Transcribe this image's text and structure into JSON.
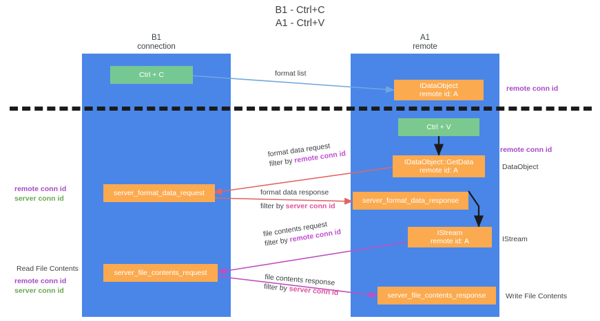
{
  "title": {
    "line1": "B1 - Ctrl+C",
    "line2": "A1 - Ctrl+V"
  },
  "columns": [
    {
      "name": "B1",
      "subtitle": "connection"
    },
    {
      "name": "A1",
      "subtitle": "remote"
    }
  ],
  "nodes": {
    "ctrl_c": {
      "line1": "Ctrl + C"
    },
    "idataobject": {
      "line1": "IDataObject",
      "line2": "remote id: A"
    },
    "ctrl_v": {
      "line1": "Ctrl + V"
    },
    "getdata": {
      "line1": "IDataObject::GetData",
      "line2": "remote id: A"
    },
    "server_format_data_request": {
      "line1": "server_format_data_request"
    },
    "server_format_data_response": {
      "line1": "server_format_data_response"
    },
    "istream": {
      "line1": "IStream",
      "line2": "remote id: A"
    },
    "server_file_contents_request": {
      "line1": "server_file_contents_request"
    },
    "server_file_contents_response": {
      "line1": "server_file_contents_response"
    }
  },
  "edges": {
    "format_list": {
      "label": "format list"
    },
    "format_data_request": {
      "label": "format data request",
      "filter_prefix": "filter by ",
      "filter_value": "remote conn id"
    },
    "format_data_response": {
      "label": "format data response",
      "filter_prefix": "filter by ",
      "filter_value": "server conn id"
    },
    "file_contents_request": {
      "label": "file contents request",
      "filter_prefix": "filter by ",
      "filter_value": "remote conn id"
    },
    "file_contents_response": {
      "label": "file contents response",
      "filter_prefix": "filter by ",
      "filter_value": "server conn id"
    }
  },
  "annotations": {
    "right_top_remote": "remote conn id",
    "right_mid_remote": "remote conn id",
    "right_dataobject": "DataObject",
    "right_istream": "IStream",
    "right_write_file": "Write File Contents",
    "left_mid_remote": "remote conn id",
    "left_mid_server": "server conn id",
    "left_read_file": "Read File Contents",
    "left_bottom_remote": "remote conn id",
    "left_bottom_server": "server conn id"
  },
  "colors": {
    "lane": "#4a86e8",
    "green_node": "#76c893",
    "orange_node": "#fbaa4f",
    "remote_conn_id": "#a64bc4",
    "server_conn_id": "#6aa84f",
    "arrow_blue": "#6fa8dc",
    "arrow_red": "#e06666",
    "arrow_magenta": "#bf4fbf",
    "arrow_black": "#1b1b1b",
    "text": "#3c4043"
  }
}
